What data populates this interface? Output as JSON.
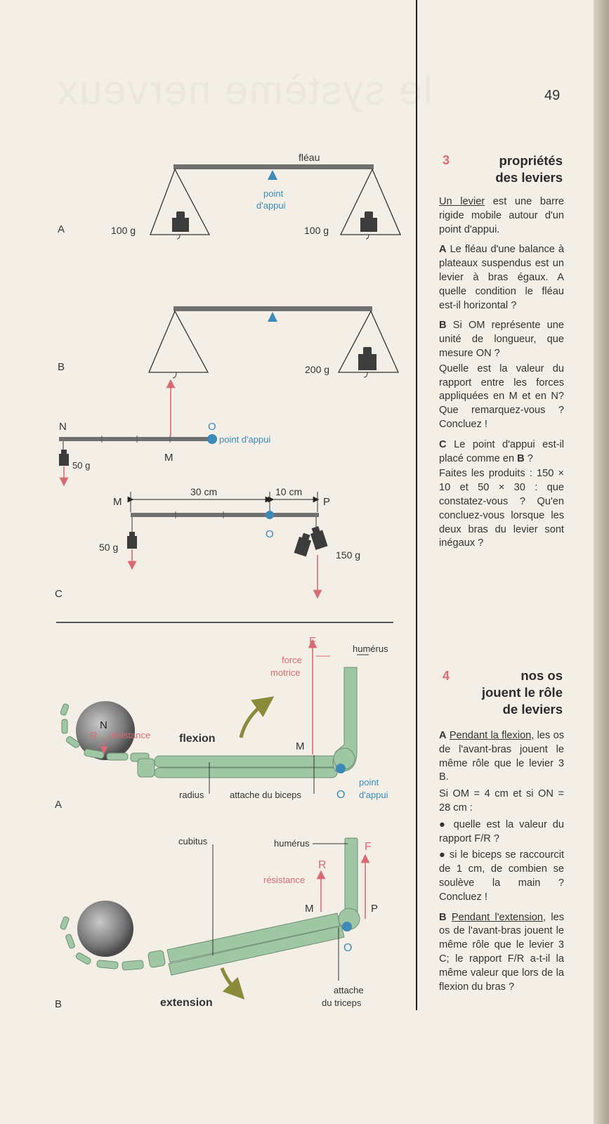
{
  "page_number": "49",
  "section3": {
    "number": "3",
    "title_line1": "propriétés",
    "title_line2": "des leviers",
    "intro_term": "Un levier",
    "intro_rest": " est une barre rigide mobile autour d'un point d'appui.",
    "pA_letter": "A",
    "pA_text": " Le fléau d'une balance à plateaux suspendus est un levier à bras égaux. A quelle condition le fléau est-il horizontal ?",
    "pB_letter": "B",
    "pB_text": " Si OM représente une unité de longueur, que mesure ON ?",
    "pB2_text": "Quelle est la valeur du rapport entre les forces appliquées en M et en N? Que remarquez-vous ? Concluez !",
    "pC_letter": "C",
    "pC_text": " Le point d'appui est-il placé comme en ",
    "pC_ref": "B",
    "pC_text2": " ?",
    "pC2_text": "Faites les produits : 150 × 10 et 50 × 30 : que constatez-vous ? Qu'en concluez-vous lorsque les deux bras du levier sont inégaux ?"
  },
  "section4": {
    "number": "4",
    "title_line1": "nos os",
    "title_line2": "jouent le rôle",
    "title_line3": "de leviers",
    "pA_letter": "A",
    "pA_term": "Pendant la flexion,",
    "pA_text": " les os de l'avant-bras jouent le même rôle que le levier 3 B.",
    "pA2_text": "Si OM = 4 cm et si ON = 28 cm :",
    "bullet1": "● quelle est la valeur du rapport F/R ?",
    "bullet2": "● si le biceps se raccourcit de 1 cm, de combien se soulève la main ? Concluez !",
    "pB_letter": "B",
    "pB_term": "Pendant l'extension,",
    "pB_text": " les os de l'avant-bras jouent le même rôle que le levier 3 C; le rapport F/R a-t-il la même valeur que lors de la flexion du bras ?"
  },
  "figA": {
    "letter": "A",
    "beam_label": "fléau",
    "fulcrum_label_1": "point",
    "fulcrum_label_2": "d'appui",
    "left_mass": "100 g",
    "right_mass": "100 g"
  },
  "figB": {
    "letter": "B",
    "right_mass": "200 g",
    "N": "N",
    "M": "M",
    "O": "O",
    "fulcrum_label": "point d'appui",
    "left_mass": "50 g"
  },
  "figC": {
    "letter": "C",
    "M": "M",
    "P": "P",
    "O": "O",
    "dist_left": "30 cm",
    "dist_right": "10 cm",
    "left_mass": "50 g",
    "right_mass": "150 g"
  },
  "armA": {
    "letter": "A",
    "F": "F",
    "force_1": "force",
    "force_2": "motrice",
    "humerus": "humérus",
    "N": "N",
    "R": "R",
    "resistance": "résistance",
    "flexion": "flexion",
    "M": "M",
    "O": "O",
    "fulcrum_1": "point",
    "fulcrum_2": "d'appui",
    "radius": "radius",
    "biceps": "attache du biceps"
  },
  "armB": {
    "letter": "B",
    "cubitus": "cubitus",
    "humerus": "humérus",
    "F": "F",
    "R": "R",
    "resistance": "résistance",
    "M": "M",
    "P": "P",
    "O": "O",
    "triceps_1": "attache",
    "triceps_2": "du triceps",
    "extension": "extension"
  },
  "colors": {
    "pink": "#d96a72",
    "blue": "#3b8ab8",
    "bone": "#9fc7a4",
    "beam": "#707070"
  }
}
